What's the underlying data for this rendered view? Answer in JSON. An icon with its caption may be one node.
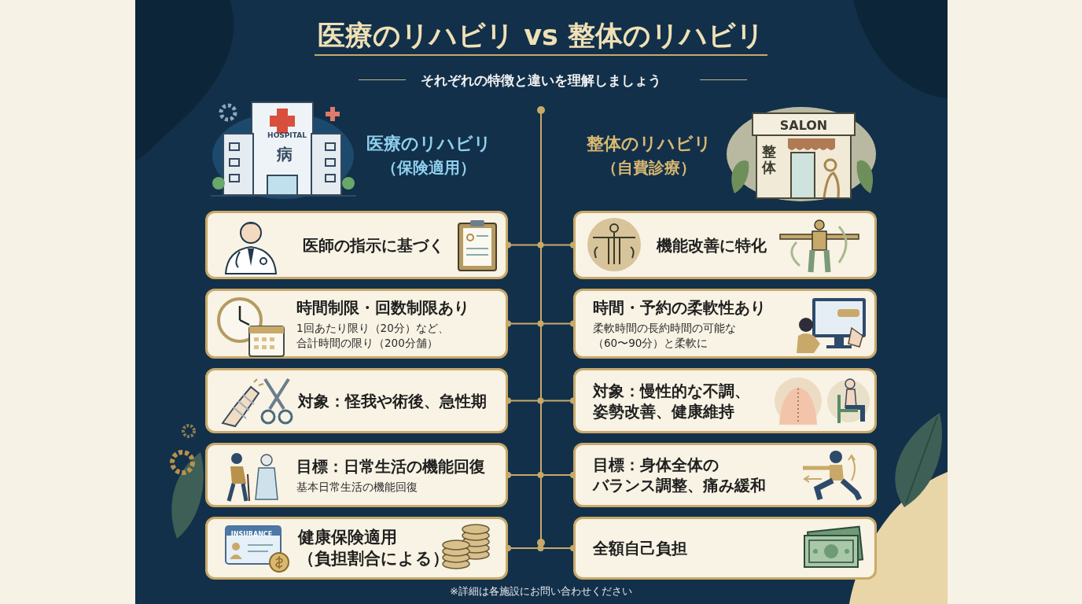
{
  "diagram": {
    "title": "医療のリハビリ vs 整体のリハビリ",
    "caption": "※詳細は各施設にお問い合わせください",
    "nodes": [
      {
        "text": [
          "医師の指示に基づく"
        ]
      },
      {
        "text": [
          "機能改善に特化"
        ]
      },
      {
        "text": [
          "時間制限・回数制限あり",
          "1回あたり限り（20分）など、合計時間の限り（200分舗）"
        ]
      },
      {
        "text": [
          "時間・予約の柔軟性あり",
          "柔軟時間の長約時間の可能な（60〜90分）と柔軟に"
        ]
      },
      {
        "text": [
          "対象：怪我や術後、急性期"
        ]
      },
      {
        "text": [
          "対象：慢性的な不調、姿勢改善、健康維持"
        ]
      },
      {
        "text": [
          "目標：日常生活の機能回復",
          "基本日常生活の機能回復"
        ]
      },
      {
        "text": [
          "目標：身体全体のバランス調整、痛み緩和"
        ]
      },
      {
        "text": [
          "健康保険適用（負担割合による）"
        ]
      },
      {
        "text": [
          "全額自己負担"
        ]
      }
    ],
    "edges": [
      {
        "from": 0,
        "to": 1,
        "arrow": "other"
      },
      {
        "from": 2,
        "to": 3,
        "arrow": "other"
      },
      {
        "from": 4,
        "to": 5,
        "arrow": "other"
      },
      {
        "from": 6,
        "to": 7,
        "arrow": "other"
      },
      {
        "from": 8,
        "to": 9,
        "arrow": "other"
      }
    ],
    "labels": [
      "それぞれの特徴と違いを理解しましょう",
      "HOSPITAL",
      "病",
      "医療のリハビリ",
      "（保険適用）",
      "整体のリハビリ",
      "（自費診療）",
      "SALON",
      "整体",
      "INSURANCE"
    ]
  }
}
